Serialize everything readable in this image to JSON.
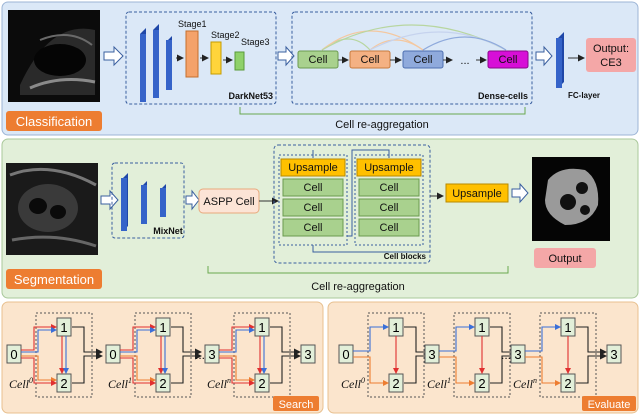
{
  "panels": {
    "classification": {
      "tag": "Classification",
      "backbone": "DarkNet53",
      "stages": [
        "Stage1",
        "Stage2",
        "Stage3"
      ],
      "cells": [
        "Cell",
        "Cell",
        "Cell",
        "Cell"
      ],
      "ellipsis": "...",
      "dense_label": "Dense-cells",
      "fc_label": "FC-layer",
      "output_line1": "Output:",
      "output_line2": "CE3",
      "reagg": "Cell re-aggregation"
    },
    "segmentation": {
      "tag": "Segmentation",
      "backbone": "MixNet",
      "aspp": "ASPP Cell",
      "upsample": "Upsample",
      "cell": "Cell",
      "cell_blocks": "Cell blocks",
      "upsample_out": "Upsample",
      "output": "Output",
      "reagg": "Cell re-aggregation"
    },
    "search": {
      "tag": "Search",
      "nodes": [
        "0",
        "1",
        "2",
        "3"
      ],
      "cell_labels": [
        "Cell",
        "Cell",
        "Cell"
      ],
      "cell_sups": [
        "0",
        "1",
        "n"
      ],
      "ellipsis": "..."
    },
    "evaluate": {
      "tag": "Evaluate",
      "nodes": [
        "0",
        "1",
        "2",
        "3"
      ],
      "cell_labels": [
        "Cell",
        "Cell",
        "Cell"
      ],
      "cell_sups": [
        "0",
        "1",
        "n"
      ],
      "ellipsis": "..."
    }
  },
  "colors": {
    "class_bg": "#dbe8f7",
    "seg_bg": "#e2efd9",
    "eval_bg": "#fbe5cd",
    "tag_orange": "#ed7d31",
    "cell_green": "#a9d18e",
    "cell_orange": "#f4b183",
    "cell_blue": "#8faadc",
    "cell_magenta": "#d70fd7",
    "upsample_yellow": "#ffc000",
    "blue_block": "#3563c9",
    "output_pink": "#f4a7a7"
  }
}
